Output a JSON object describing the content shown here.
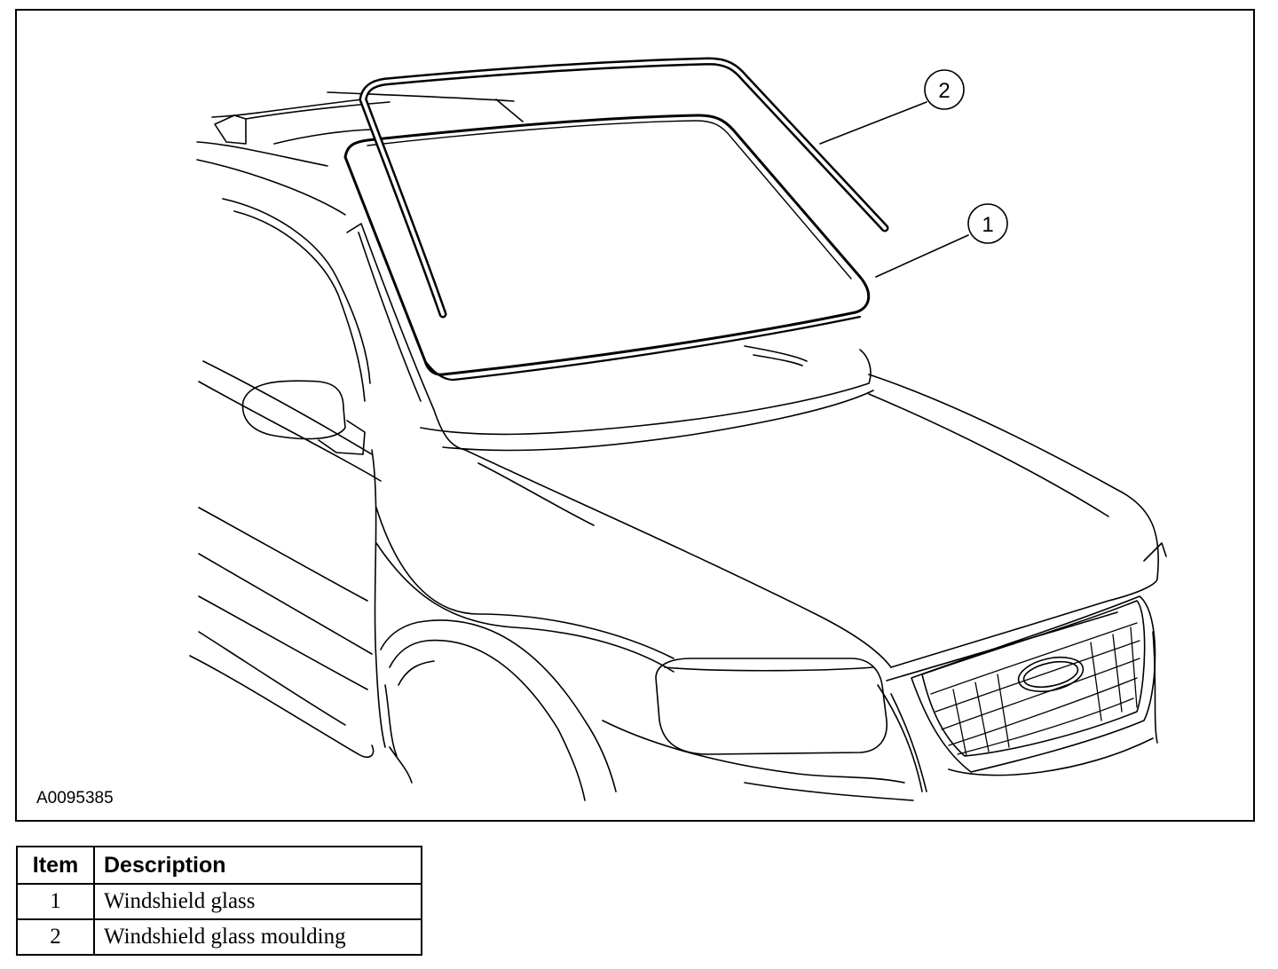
{
  "figure": {
    "figure_id": "A0095385",
    "callouts": [
      "1",
      "2"
    ]
  },
  "legend": {
    "headers": {
      "item": "Item",
      "description": "Description"
    },
    "rows": [
      {
        "item": "1",
        "description": "Windshield glass"
      },
      {
        "item": "2",
        "description": "Windshield glass moulding"
      }
    ]
  }
}
